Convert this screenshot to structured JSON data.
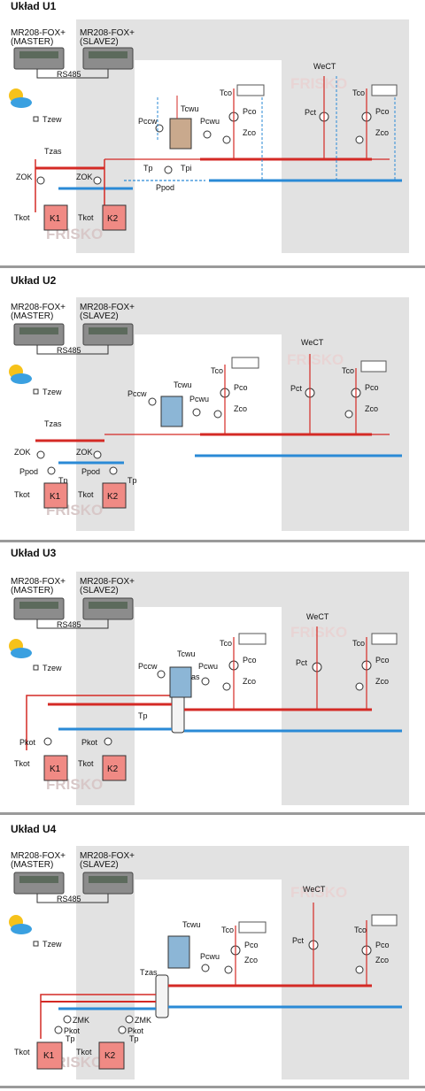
{
  "sections": [
    {
      "title": "Układ U1",
      "controllers": [
        {
          "model": "MR208-FOX+",
          "role": "(MASTER)"
        },
        {
          "model": "MR208-FOX+",
          "role": "(SLAVE2)"
        }
      ],
      "labels": {
        "bus": "RS485",
        "tzew": "Tzew",
        "tzas": "Tzas",
        "zok": "ZOK",
        "tkot": "Tkot",
        "boiler1": "K1",
        "boiler2": "K2",
        "tp": "Tp",
        "tpi": "Tpi",
        "ppod": "Ppod",
        "pccw": "Pccw",
        "tcwu": "Tcwu",
        "pcwu": "Pcwu",
        "tco": "Tco",
        "pco": "Pco",
        "zco": "Zco",
        "pct": "Pct",
        "wect": "WeCT",
        "watermark": "FRISKO"
      }
    },
    {
      "title": "Układ U2",
      "controllers": [
        {
          "model": "MR208-FOX+",
          "role": "(MASTER)"
        },
        {
          "model": "MR208-FOX+",
          "role": "(SLAVE2)"
        }
      ],
      "labels": {
        "bus": "RS485",
        "tzew": "Tzew",
        "tzas": "Tzas",
        "zok": "ZOK",
        "tkot": "Tkot",
        "boiler1": "K1",
        "boiler2": "K2",
        "tp": "Tp",
        "ppod": "Ppod",
        "pccw": "Pccw",
        "tcwu": "Tcwu",
        "pcwu": "Pcwu",
        "tco": "Tco",
        "pco": "Pco",
        "zco": "Zco",
        "pct": "Pct",
        "wect": "WeCT",
        "watermark": "FRISKO"
      }
    },
    {
      "title": "Układ U3",
      "controllers": [
        {
          "model": "MR208-FOX+",
          "role": "(MASTER)"
        },
        {
          "model": "MR208-FOX+",
          "role": "(SLAVE2)"
        }
      ],
      "labels": {
        "bus": "RS485",
        "tzew": "Tzew",
        "tzas": "Tzas",
        "tkot": "Tkot",
        "boiler1": "K1",
        "boiler2": "K2",
        "tp": "Tp",
        "pkot": "Pkot",
        "pccw": "Pccw",
        "tcwu": "Tcwu",
        "pcwu": "Pcwu",
        "tco": "Tco",
        "pco": "Pco",
        "zco": "Zco",
        "pct": "Pct",
        "wect": "WeCT",
        "watermark": "FRISKO"
      }
    },
    {
      "title": "Układ U4",
      "controllers": [
        {
          "model": "MR208-FOX+",
          "role": "(MASTER)"
        },
        {
          "model": "MR208-FOX+",
          "role": "(SLAVE2)"
        }
      ],
      "labels": {
        "bus": "RS485",
        "tzew": "Tzew",
        "tzas": "Tzas",
        "tkot": "Tkot",
        "boiler1": "K1",
        "boiler2": "K2",
        "tp": "Tp",
        "pkot": "Pkot",
        "zmk": "ZMK",
        "tcwu": "Tcwu",
        "pcwu": "Pcwu",
        "tco": "Tco",
        "pco": "Pco",
        "zco": "Zco",
        "pct": "Pct",
        "wect": "WeCT",
        "watermark": "FRISKO"
      }
    }
  ],
  "colors": {
    "supply": "#d42a25",
    "return": "#2a8ad6",
    "panel": "#e2e2e2",
    "boiler": "#f08a84"
  }
}
